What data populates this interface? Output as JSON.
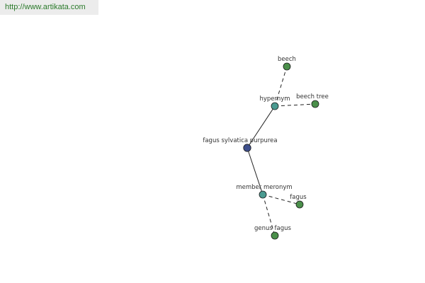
{
  "header": {
    "url": "http://www.artikata.com"
  },
  "colors": {
    "center": "#3e4f8c",
    "relation": "#4a9a90",
    "leaf": "#4a8f4a",
    "edge": "#222222"
  },
  "graph": {
    "nodes": [
      {
        "id": "center",
        "label": "fagus sylvatica purpurea",
        "kind": "center"
      },
      {
        "id": "hypernym",
        "label": "hypernym",
        "kind": "relation"
      },
      {
        "id": "member-meronym",
        "label": "member meronym",
        "kind": "relation"
      },
      {
        "id": "beech",
        "label": "beech",
        "kind": "leaf"
      },
      {
        "id": "beech-tree",
        "label": "beech tree",
        "kind": "leaf"
      },
      {
        "id": "fagus",
        "label": "fagus",
        "kind": "leaf"
      },
      {
        "id": "genus-fagus",
        "label": "genus fagus",
        "kind": "leaf"
      }
    ],
    "edges": [
      {
        "from": "center",
        "to": "hypernym",
        "style": "solid"
      },
      {
        "from": "center",
        "to": "member-meronym",
        "style": "solid"
      },
      {
        "from": "hypernym",
        "to": "beech",
        "style": "dashed"
      },
      {
        "from": "hypernym",
        "to": "beech-tree",
        "style": "dashed"
      },
      {
        "from": "member-meronym",
        "to": "fagus",
        "style": "dashed"
      },
      {
        "from": "member-meronym",
        "to": "genus-fagus",
        "style": "dashed"
      }
    ]
  }
}
